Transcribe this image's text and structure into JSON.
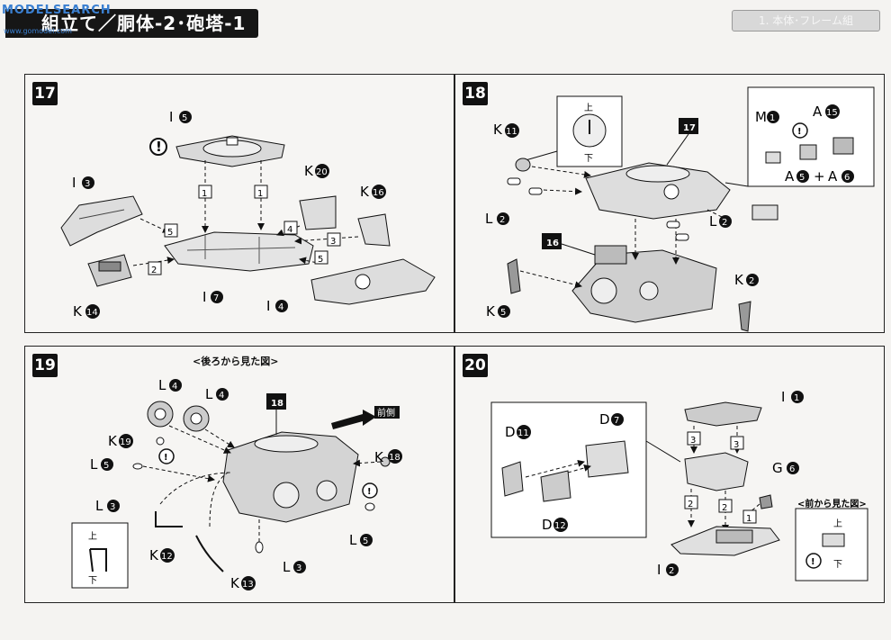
{
  "header": {
    "title": "組立て／胴体-2･砲塔-1",
    "watermark": "MODELSEARCH",
    "watermark_sub": "www.gomodel.com",
    "right_label": "1. 本体･フレーム組"
  },
  "steps": [
    {
      "number": "17",
      "parts": [
        {
          "letter": "I",
          "num": "5"
        },
        {
          "letter": "I",
          "num": "3"
        },
        {
          "letter": "K",
          "num": "20"
        },
        {
          "letter": "K",
          "num": "16"
        },
        {
          "letter": "I",
          "num": "7"
        },
        {
          "letter": "K",
          "num": "14"
        },
        {
          "letter": "I",
          "num": "4"
        }
      ],
      "order_marks": [
        "1",
        "1",
        "2",
        "3",
        "4",
        "5",
        "5"
      ]
    },
    {
      "number": "18",
      "inset_top": "上",
      "inset_bottom": "下",
      "assembly_ref": "17",
      "subassembly_ref": "16",
      "parts": [
        {
          "letter": "K",
          "num": "11"
        },
        {
          "letter": "L",
          "num": "2"
        },
        {
          "letter": "L",
          "num": "2"
        },
        {
          "letter": "K",
          "num": "5"
        },
        {
          "letter": "K",
          "num": "2"
        },
        {
          "letter": "M",
          "num": "1"
        },
        {
          "letter": "A",
          "num": "15"
        },
        {
          "letter": "A",
          "num": "5"
        },
        {
          "letter": "A",
          "num": "6"
        }
      ],
      "plus": "+"
    },
    {
      "number": "19",
      "caption": "<後ろから見た図>",
      "assembly_ref": "18",
      "direction_label": "前側",
      "inset_top": "上",
      "inset_bottom": "下",
      "parts": [
        {
          "letter": "L",
          "num": "4"
        },
        {
          "letter": "L",
          "num": "4"
        },
        {
          "letter": "K",
          "num": "19"
        },
        {
          "letter": "L",
          "num": "5"
        },
        {
          "letter": "L",
          "num": "3"
        },
        {
          "letter": "K",
          "num": "12"
        },
        {
          "letter": "K",
          "num": "13"
        },
        {
          "letter": "L",
          "num": "3"
        },
        {
          "letter": "K",
          "num": "18"
        },
        {
          "letter": "L",
          "num": "5"
        }
      ]
    },
    {
      "number": "20",
      "caption": "<前から見た図>",
      "inset_top": "上",
      "inset_bottom": "下",
      "parts": [
        {
          "letter": "D",
          "num": "11"
        },
        {
          "letter": "D",
          "num": "7"
        },
        {
          "letter": "D",
          "num": "12"
        },
        {
          "letter": "I",
          "num": "1"
        },
        {
          "letter": "G",
          "num": "6"
        },
        {
          "letter": "I",
          "num": "2"
        }
      ],
      "order_marks": [
        "1",
        "2",
        "2",
        "3",
        "3"
      ]
    }
  ],
  "caution_mark": "!"
}
